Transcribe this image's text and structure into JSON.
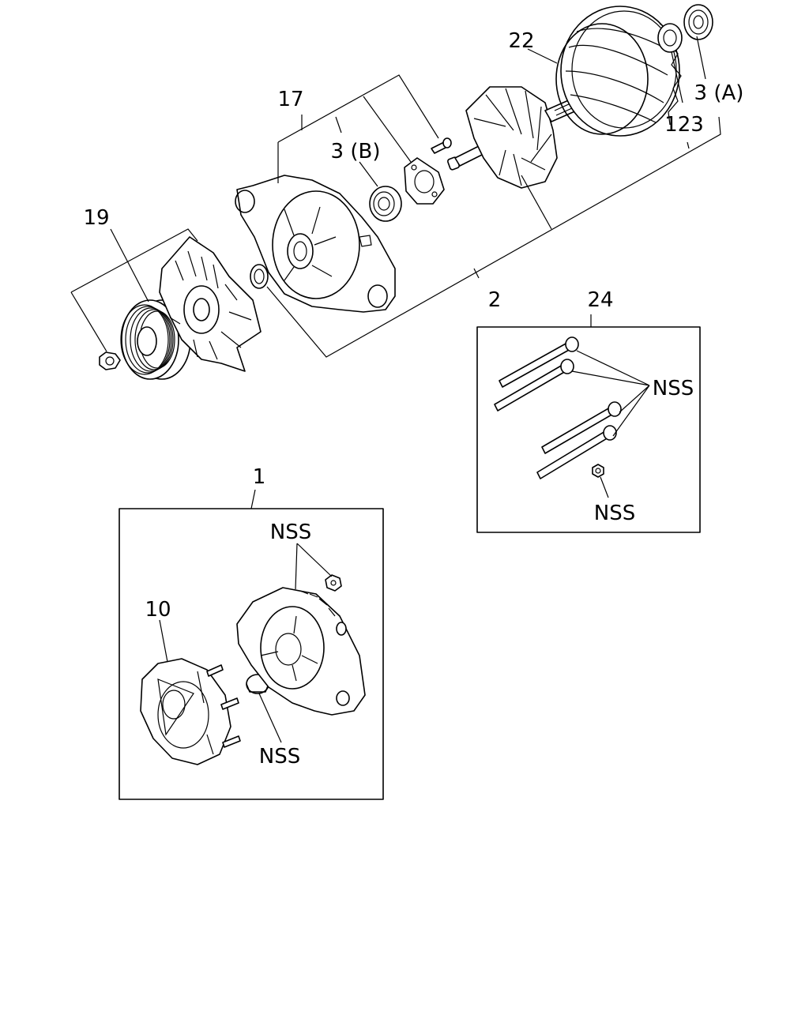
{
  "callouts": {
    "c22": "22",
    "c3a": "3 (A)",
    "c123": "123",
    "c17": "17",
    "c3b": "3 (B)",
    "c19": "19",
    "c2": "2",
    "c24": "24",
    "c24_nss_top": "NSS",
    "c24_nss_bottom": "NSS",
    "c1": "1",
    "c1_nss_top": "NSS",
    "c10": "10",
    "c1_nss_bottom": "NSS"
  }
}
